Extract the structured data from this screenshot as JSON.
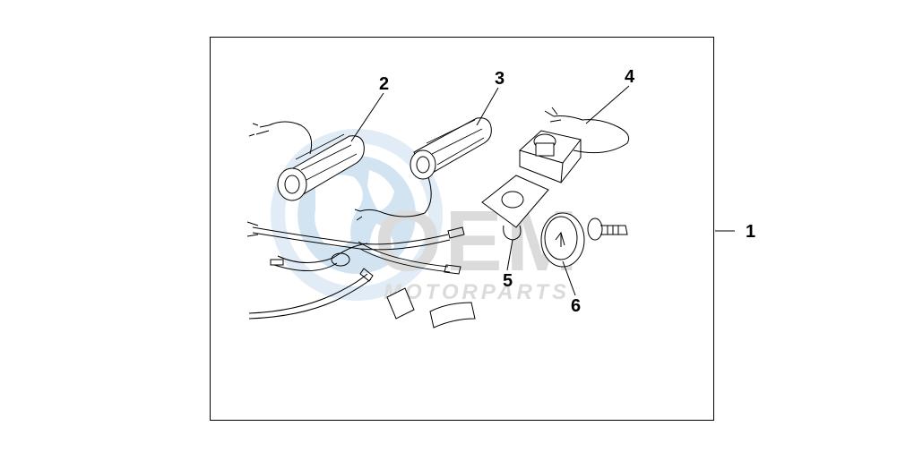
{
  "diagram": {
    "callouts": [
      {
        "id": "1",
        "label": "1"
      },
      {
        "id": "2",
        "label": "2"
      },
      {
        "id": "3",
        "label": "3"
      },
      {
        "id": "4",
        "label": "4"
      },
      {
        "id": "5",
        "label": "5"
      },
      {
        "id": "6",
        "label": "6"
      }
    ]
  },
  "watermark": {
    "logo_text": "OEM",
    "sub_text": "MOTORPARTS",
    "colors": {
      "globe": "#b9d3ea",
      "letters": "#d4d4d4"
    }
  }
}
